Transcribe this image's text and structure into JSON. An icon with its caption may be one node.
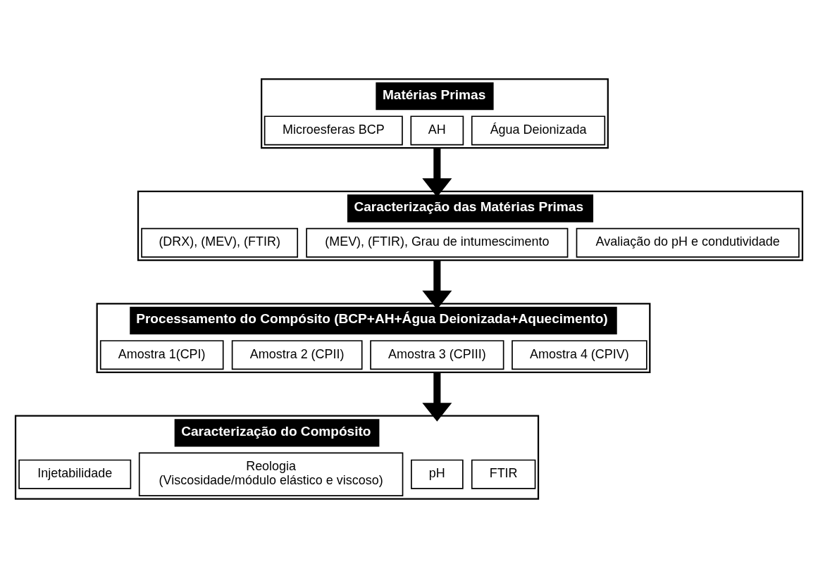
{
  "diagram": {
    "nodes": [
      {
        "text": [
          "Matérias Primas"
        ]
      },
      {
        "text": [
          "Microesferas BCP"
        ],
        "in": 0
      },
      {
        "text": [
          "AH"
        ],
        "in": 0
      },
      {
        "text": [
          "Água Deionizada"
        ],
        "in": 0
      },
      {
        "text": [
          "Caracterização das Matérias Primas"
        ]
      },
      {
        "text": [
          "(DRX), (MEV), (FTIR)"
        ],
        "in": 4
      },
      {
        "text": [
          "(MEV), (FTIR), Grau de intumescimento"
        ],
        "in": 4
      },
      {
        "text": [
          "Avaliação do pH e condutividade"
        ],
        "in": 4
      },
      {
        "text": [
          "Processamento do Compósito (BCP+AH+Água Deionizada+Aquecimento)"
        ]
      },
      {
        "text": [
          "Amostra 1(CPI)"
        ],
        "in": 8
      },
      {
        "text": [
          "Amostra 2 (CPII)"
        ],
        "in": 8
      },
      {
        "text": [
          "Amostra 3 (CPIII)"
        ],
        "in": 8
      },
      {
        "text": [
          "Amostra 4 (CPIV)"
        ],
        "in": 8
      },
      {
        "text": [
          "Caracterização do Compósito"
        ]
      },
      {
        "text": [
          "Injetabilidade"
        ],
        "in": 13
      },
      {
        "text": [
          "Reologia",
          "(Viscosidade/módulo elástico e viscoso)"
        ],
        "in": 13
      },
      {
        "text": [
          "pH"
        ],
        "in": 13
      },
      {
        "text": [
          "FTIR"
        ],
        "in": 13
      }
    ],
    "edges": [
      {
        "from": 0,
        "to": 4,
        "arrow": "to"
      },
      {
        "from": 4,
        "to": 8,
        "arrow": "to"
      },
      {
        "from": 8,
        "to": 13,
        "arrow": "to"
      }
    ]
  }
}
